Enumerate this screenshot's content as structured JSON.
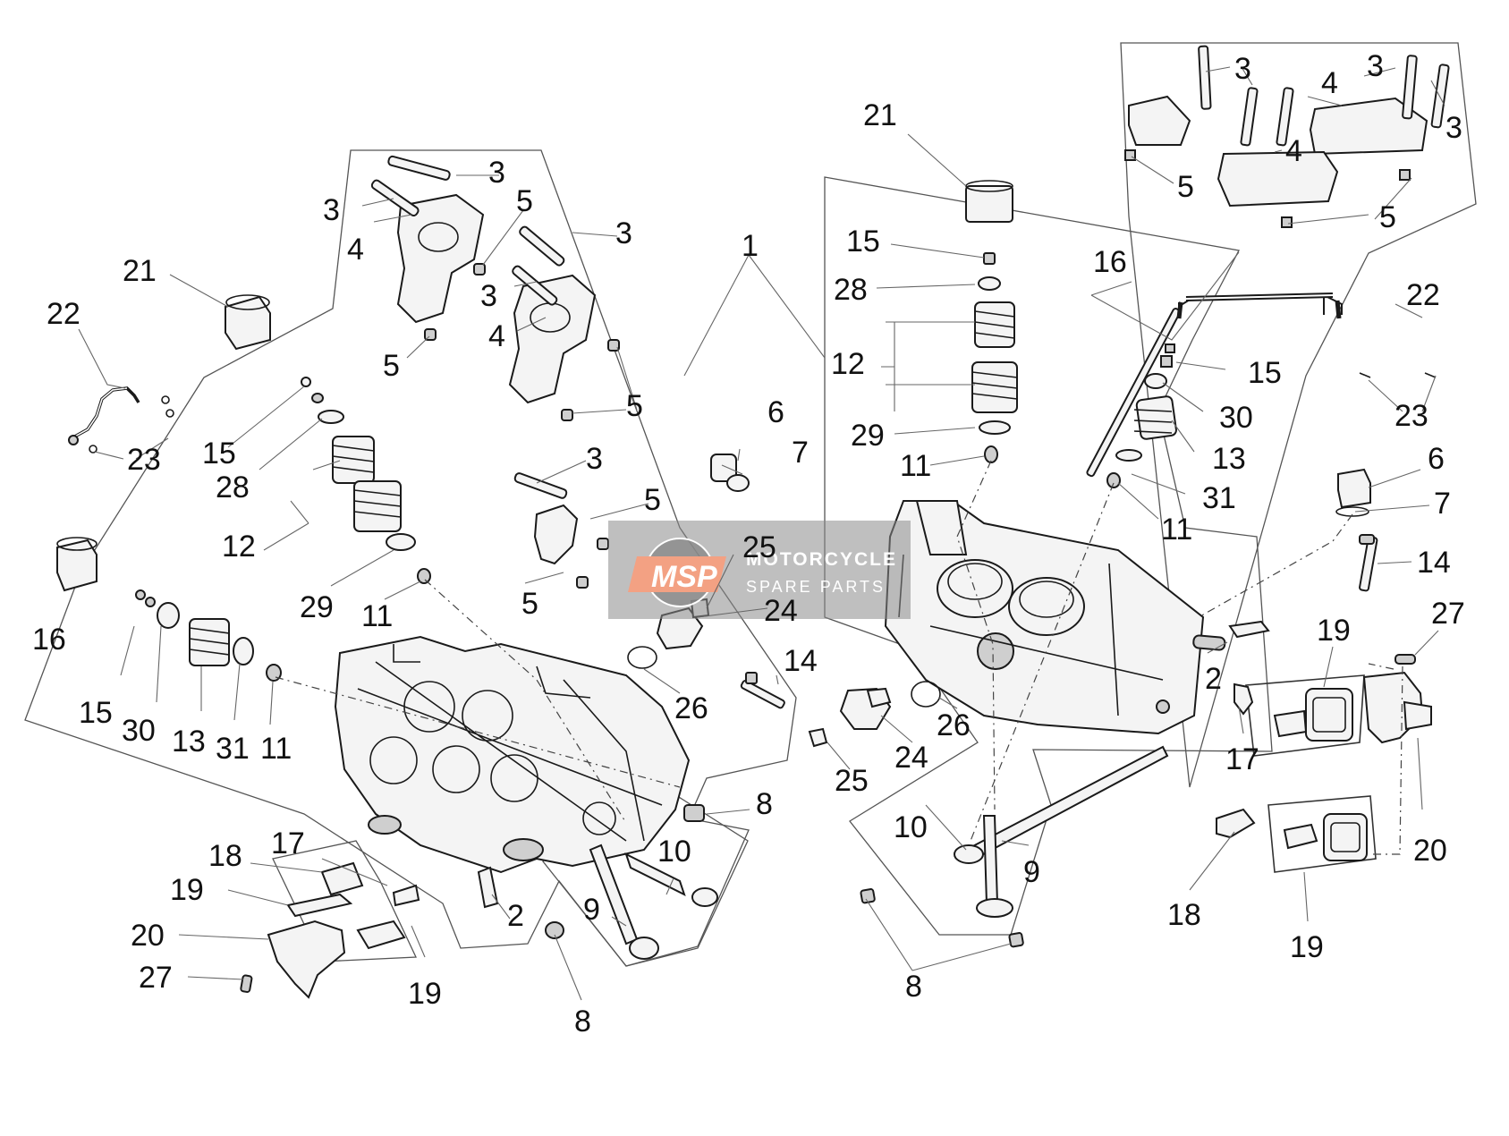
{
  "watermark": {
    "logo": "MSP",
    "line1": "MOTORCYCLE",
    "line2": "SPARE PARTS",
    "colors": {
      "logo_fill": "#f3a183",
      "band": "#8a8a8a"
    }
  },
  "callouts": [
    {
      "id": "c-1",
      "label": "1"
    },
    {
      "id": "l-21",
      "label": "21"
    },
    {
      "id": "l-22",
      "label": "22"
    },
    {
      "id": "l-23",
      "label": "23"
    },
    {
      "id": "l-16",
      "label": "16"
    },
    {
      "id": "l-3a",
      "label": "3"
    },
    {
      "id": "l-3b",
      "label": "3"
    },
    {
      "id": "l-4a",
      "label": "4"
    },
    {
      "id": "l-5a",
      "label": "5"
    },
    {
      "id": "l-3c",
      "label": "3"
    },
    {
      "id": "l-3d",
      "label": "3"
    },
    {
      "id": "l-4b",
      "label": "4"
    },
    {
      "id": "l-5b",
      "label": "5"
    },
    {
      "id": "l-5c",
      "label": "5"
    },
    {
      "id": "l-15a",
      "label": "15"
    },
    {
      "id": "l-28",
      "label": "28"
    },
    {
      "id": "l-12",
      "label": "12"
    },
    {
      "id": "l-29",
      "label": "29"
    },
    {
      "id": "l-11a",
      "label": "11"
    },
    {
      "id": "l-15b",
      "label": "15"
    },
    {
      "id": "l-30",
      "label": "30"
    },
    {
      "id": "l-13",
      "label": "13"
    },
    {
      "id": "l-31",
      "label": "31"
    },
    {
      "id": "l-11b",
      "label": "11"
    },
    {
      "id": "l-3e",
      "label": "3"
    },
    {
      "id": "l-5d",
      "label": "5"
    },
    {
      "id": "l-5e",
      "label": "5"
    },
    {
      "id": "l-6",
      "label": "6"
    },
    {
      "id": "l-7",
      "label": "7"
    },
    {
      "id": "l-25a",
      "label": "25"
    },
    {
      "id": "l-24a",
      "label": "24"
    },
    {
      "id": "l-26a",
      "label": "26"
    },
    {
      "id": "l-14",
      "label": "14"
    },
    {
      "id": "l-8a",
      "label": "8"
    },
    {
      "id": "l-10",
      "label": "10"
    },
    {
      "id": "l-9",
      "label": "9"
    },
    {
      "id": "l-2",
      "label": "2"
    },
    {
      "id": "l-8b",
      "label": "8"
    },
    {
      "id": "l-17",
      "label": "17"
    },
    {
      "id": "l-18",
      "label": "18"
    },
    {
      "id": "l-19a",
      "label": "19"
    },
    {
      "id": "l-20",
      "label": "20"
    },
    {
      "id": "l-27",
      "label": "27"
    },
    {
      "id": "l-19b",
      "label": "19"
    },
    {
      "id": "r-21",
      "label": "21"
    },
    {
      "id": "r-15a",
      "label": "15"
    },
    {
      "id": "r-28",
      "label": "28"
    },
    {
      "id": "r-12",
      "label": "12"
    },
    {
      "id": "r-29",
      "label": "29"
    },
    {
      "id": "r-11a",
      "label": "11"
    },
    {
      "id": "r-16",
      "label": "16"
    },
    {
      "id": "r-15b",
      "label": "15"
    },
    {
      "id": "r-30",
      "label": "30"
    },
    {
      "id": "r-13",
      "label": "13"
    },
    {
      "id": "r-31",
      "label": "31"
    },
    {
      "id": "r-11b",
      "label": "11"
    },
    {
      "id": "r-3a",
      "label": "3"
    },
    {
      "id": "r-3b",
      "label": "3"
    },
    {
      "id": "r-3c",
      "label": "3"
    },
    {
      "id": "r-4a",
      "label": "4"
    },
    {
      "id": "r-4b",
      "label": "4"
    },
    {
      "id": "r-5a",
      "label": "5"
    },
    {
      "id": "r-5b",
      "label": "5"
    },
    {
      "id": "r-22",
      "label": "22"
    },
    {
      "id": "r-23",
      "label": "23"
    },
    {
      "id": "r-6",
      "label": "6"
    },
    {
      "id": "r-7",
      "label": "7"
    },
    {
      "id": "r-14",
      "label": "14"
    },
    {
      "id": "r-27",
      "label": "27"
    },
    {
      "id": "r-19a",
      "label": "19"
    },
    {
      "id": "r-2",
      "label": "2"
    },
    {
      "id": "r-17",
      "label": "17"
    },
    {
      "id": "r-20",
      "label": "20"
    },
    {
      "id": "r-18",
      "label": "18"
    },
    {
      "id": "r-19b",
      "label": "19"
    },
    {
      "id": "r-24",
      "label": "24"
    },
    {
      "id": "r-26",
      "label": "26"
    },
    {
      "id": "r-25",
      "label": "25"
    },
    {
      "id": "r-10",
      "label": "10"
    },
    {
      "id": "r-9",
      "label": "9"
    },
    {
      "id": "r-8a",
      "label": "8"
    },
    {
      "id": "r-8b",
      "label": "8"
    }
  ]
}
